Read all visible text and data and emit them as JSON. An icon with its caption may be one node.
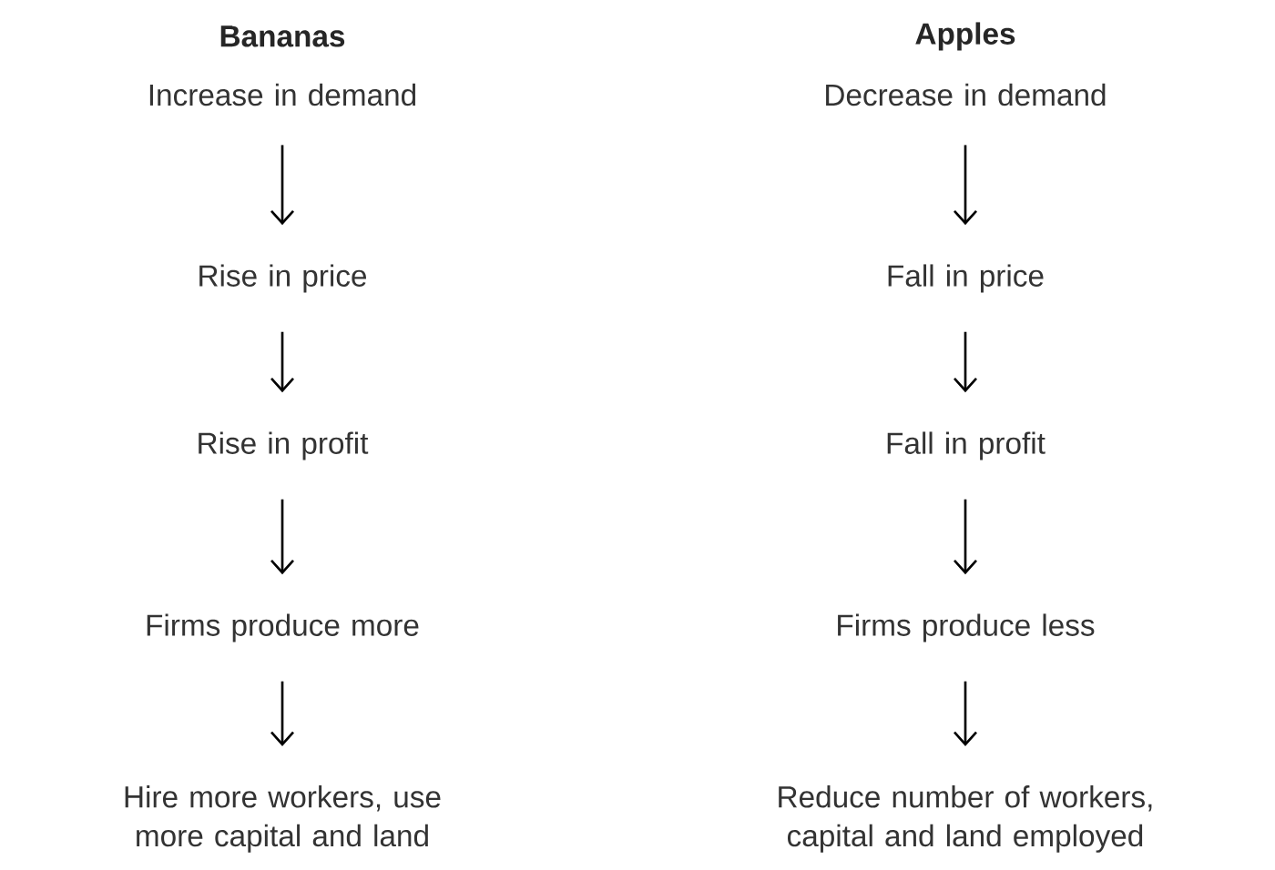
{
  "diagram": {
    "nodes": [
      {
        "text": [
          "Increase in demand"
        ]
      },
      {
        "text": [
          "Rise in price"
        ]
      },
      {
        "text": [
          "Rise in profit"
        ]
      },
      {
        "text": [
          "Firms produce more"
        ]
      },
      {
        "text": [
          "Hire more workers, use more capital and land"
        ]
      },
      {
        "text": [
          "Decrease in demand"
        ]
      },
      {
        "text": [
          "Fall in price"
        ]
      },
      {
        "text": [
          "Fall in profit"
        ]
      },
      {
        "text": [
          "Firms produce less"
        ]
      },
      {
        "text": [
          "Reduce number of workers, capital and land employed"
        ]
      }
    ],
    "edges": [
      {
        "from": 0,
        "to": 1,
        "arrow": "to"
      },
      {
        "from": 1,
        "to": 2,
        "arrow": "to"
      },
      {
        "from": 2,
        "to": 3,
        "arrow": "to"
      },
      {
        "from": 3,
        "to": 4,
        "arrow": "to"
      },
      {
        "from": 5,
        "to": 6,
        "arrow": "to"
      },
      {
        "from": 6,
        "to": 7,
        "arrow": "to"
      },
      {
        "from": 7,
        "to": 8,
        "arrow": "to"
      },
      {
        "from": 8,
        "to": 9,
        "arrow": "to"
      }
    ],
    "labels": [
      "Bananas",
      "Apples"
    ]
  }
}
